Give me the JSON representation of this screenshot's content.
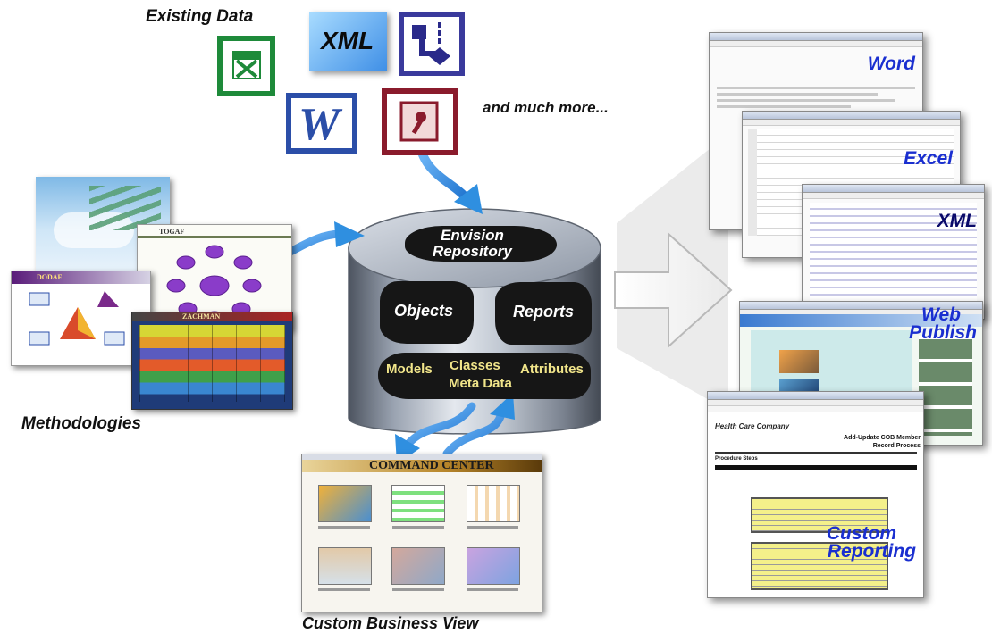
{
  "labels": {
    "existing_data": "Existing Data",
    "and_much_more": "and much more...",
    "methodologies": "Methodologies",
    "custom_business_view": "Custom Business View"
  },
  "repository": {
    "title_line1": "Envision",
    "title_line2": "Repository",
    "objects": "Objects",
    "reports": "Reports",
    "models": "Models",
    "classes": "Classes",
    "meta_data": "Meta Data",
    "attributes": "Attributes"
  },
  "inputs": {
    "xml_tile": "XML",
    "icons": [
      "excel-icon",
      "xml-icon",
      "visio-icon",
      "word-icon",
      "access-icon"
    ]
  },
  "methodology_thumbs": {
    "togaf": "TOGAF",
    "dodaf": "DODAF",
    "zachman": "ZACHMAN"
  },
  "command_center": {
    "title": "COMMAND CENTER"
  },
  "outputs": {
    "word": "Word",
    "excel": "Excel",
    "xml": "XML",
    "web_line1": "Web",
    "web_line2": "Publish",
    "custom_line1": "Custom",
    "custom_line2": "Reporting"
  },
  "custom_report_doc": {
    "company": "Health Care Company",
    "title_line1": "Add-Update COB Member",
    "title_line2": "Record Process",
    "procedure_steps": "Procedure Steps"
  },
  "colors": {
    "arrow_blue": "#2f8fe0",
    "output_label_blue": "#1a2fd0",
    "meta_yellow": "#f1e58a",
    "excel_green": "#1e8a3a",
    "word_blue": "#2b4ea8",
    "access_red": "#8a1b2c",
    "visio_purple": "#3a3a9c"
  }
}
